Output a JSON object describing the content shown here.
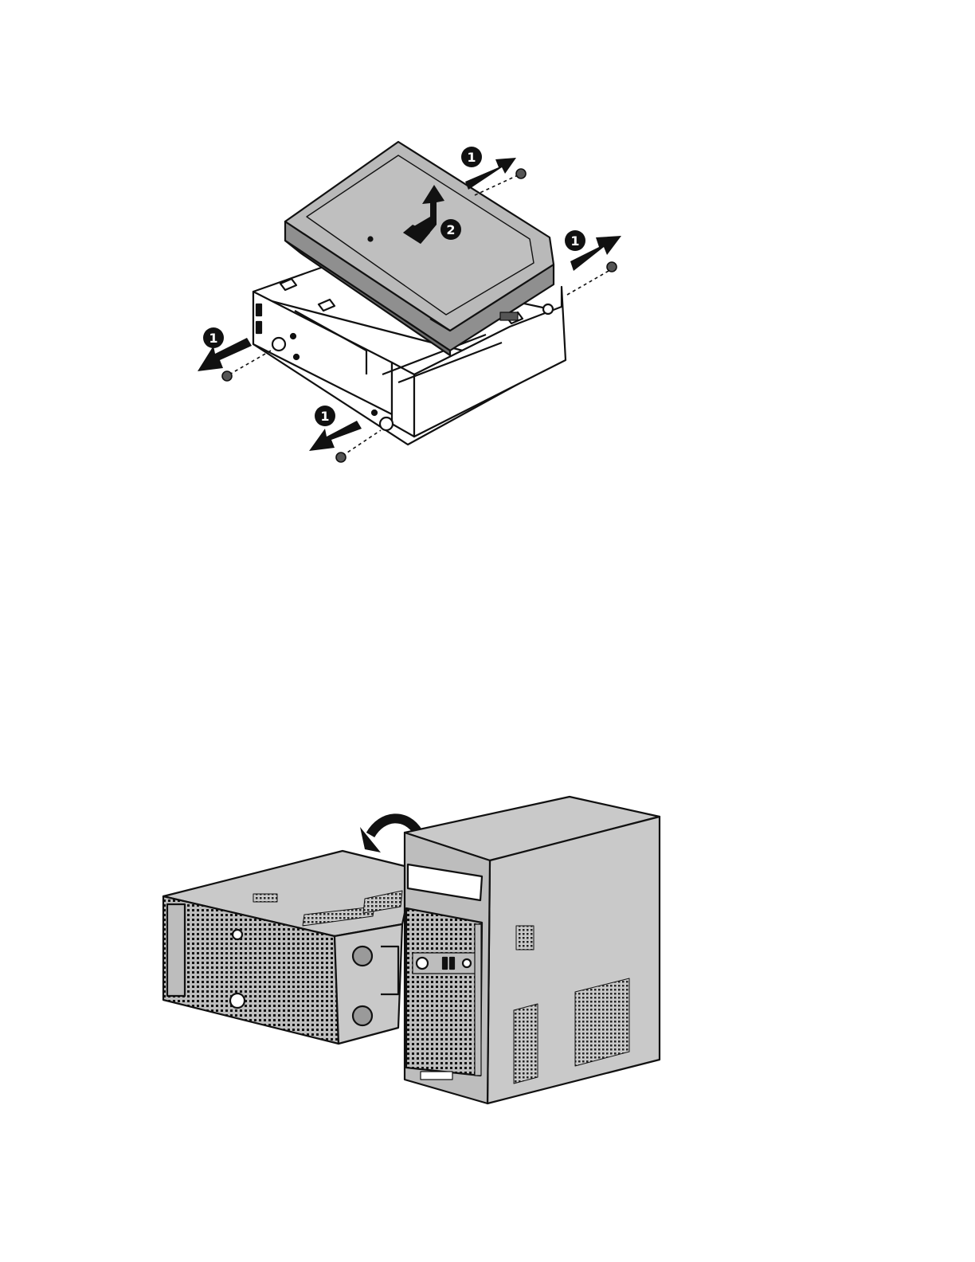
{
  "colors": {
    "ink": "#111111",
    "drive_top": "#b9b9b9",
    "drive_side": "#8f8f8f",
    "drive_dark": "#6d6d6d",
    "chassis_face": "#bdbdbd",
    "chassis_side": "#c9c9c9",
    "vent": "#2a2a2a",
    "paper": "#ffffff"
  },
  "figures": {
    "drive_removal": {
      "callouts": [
        {
          "label": "1",
          "icon": "arrow-icon"
        },
        {
          "label": "1",
          "icon": "arrow-icon"
        },
        {
          "label": "1",
          "icon": "arrow-icon"
        },
        {
          "label": "1",
          "icon": "arrow-icon"
        },
        {
          "label": "2",
          "icon": "arrow-up-icon"
        }
      ]
    },
    "server_orientation": {
      "icons": [
        "curved-arrow-icon",
        "tower-server-icon",
        "hp-logo-icon"
      ]
    }
  }
}
